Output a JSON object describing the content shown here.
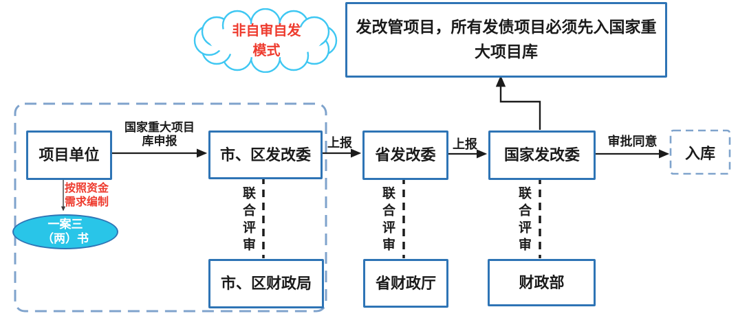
{
  "diagram": {
    "cloud_label": "非自审自发\n模式",
    "top_note": "发改管项目，所有发债项目必须先入国家重\n大项目库",
    "nodes": {
      "project_unit": "项目单位",
      "city_district_drc": "市、区发改委",
      "provincial_drc": "省发改委",
      "national_drc": "国家发改委",
      "storage": "入库",
      "city_district_finance_bureau": "市、区财政局",
      "provincial_finance_dept": "省财政厅",
      "ministry_of_finance": "财政部",
      "one_plan_docs": "一案三\n（两）书"
    },
    "edge_labels": {
      "national_major_project_library_apply": "国家重大项目\n库申报",
      "report_up_city_to_province": "上报",
      "report_up_province_to_national": "上报",
      "approval_agreed": "审批同意",
      "joint_review_city": "联合评审",
      "joint_review_province": "联合评审",
      "joint_review_national": "联合评审",
      "prepare_per_funding_needs": "按照资金\n需求编制"
    },
    "colors": {
      "box_border": "#2E74B5",
      "dashed_border": "#7FA3CC",
      "connector": "#1b1b1b",
      "cloud_outline": "#3EC7F2",
      "red_text": "#EE3B2E",
      "ellipse_fill": "#29C5E8",
      "text": "#1a1a1a"
    }
  }
}
